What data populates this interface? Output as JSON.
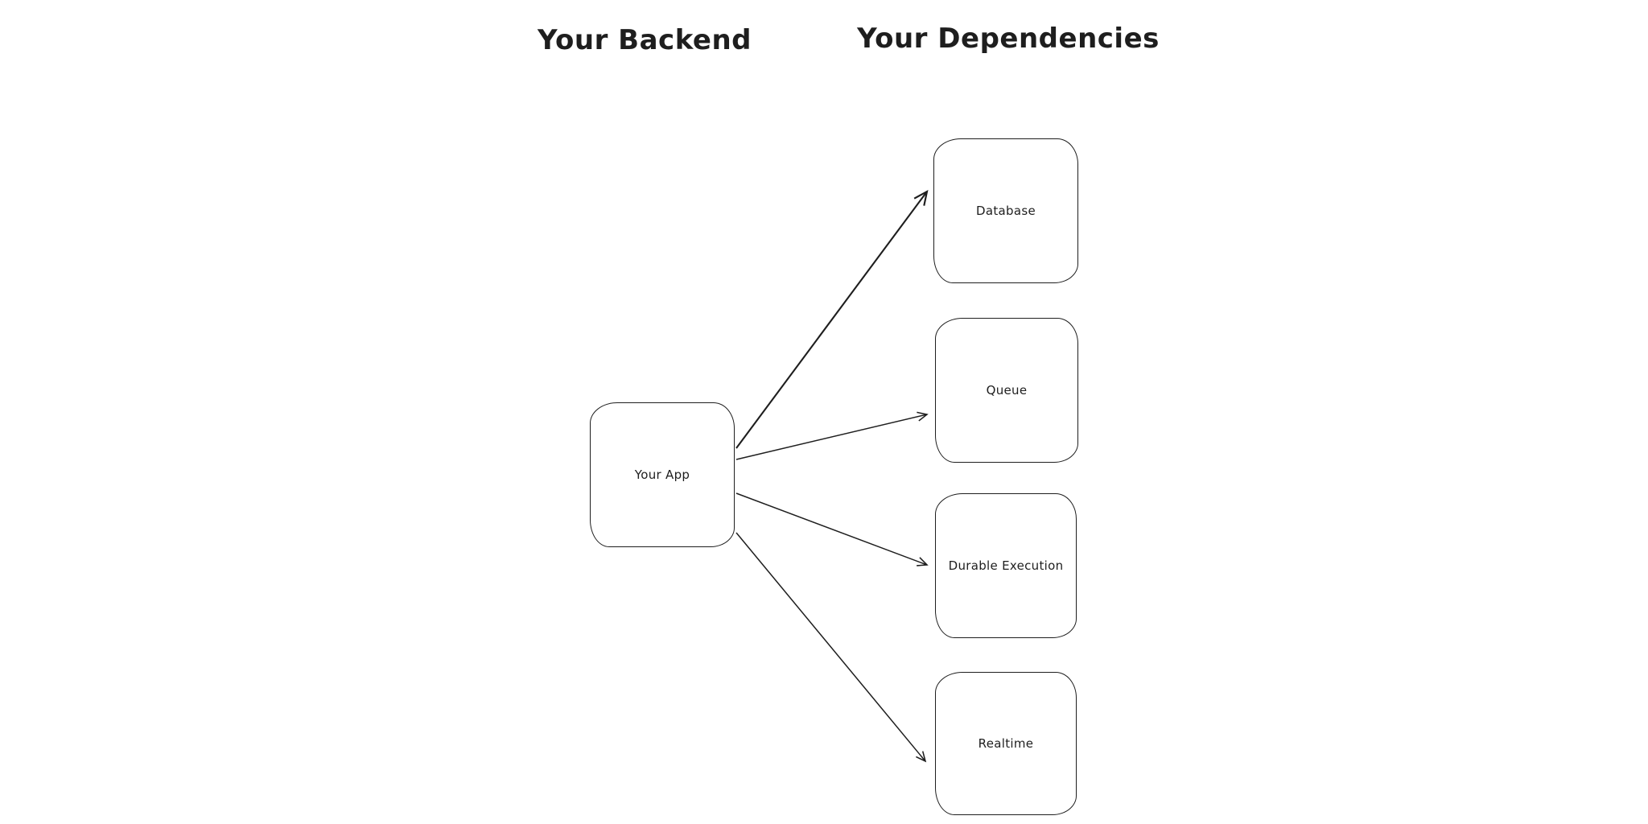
{
  "headers": {
    "backend": "Your Backend",
    "dependencies": "Your Dependencies"
  },
  "nodes": {
    "app": {
      "label": "Your App"
    },
    "database": {
      "label": "Database"
    },
    "queue": {
      "label": "Queue"
    },
    "durable": {
      "label": "Durable Execution"
    },
    "realtime": {
      "label": "Realtime"
    }
  },
  "edges": [
    {
      "from": "app",
      "to": "database"
    },
    {
      "from": "app",
      "to": "queue"
    },
    {
      "from": "app",
      "to": "durable"
    },
    {
      "from": "app",
      "to": "realtime"
    }
  ],
  "colors": {
    "stroke": "#1e1e1e",
    "background": "#ffffff"
  }
}
